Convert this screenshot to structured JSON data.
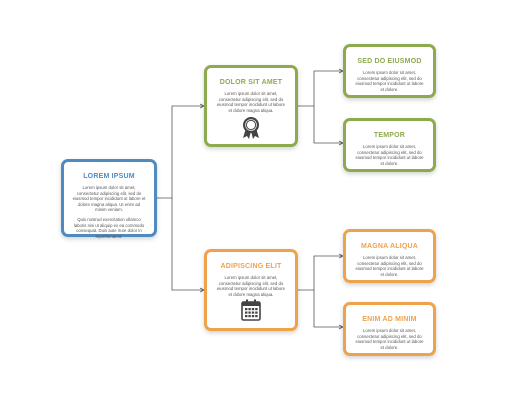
{
  "colors": {
    "green": "#8daa4f",
    "blue": "#4f8bc0",
    "orange": "#efa24c",
    "line": "#555555"
  },
  "root": {
    "title": "LOREM IPSUM",
    "para1": "Lorem ipsum dolor sit amet, consectetur adipiscing elit, sed do eiusmod tempor incididunt ut labore et dolore magna aliqua. Ut enim ad minim veniam.",
    "para2": "Quis nostrud exercitation ullamco laboris nisi ut aliquip ex ea commodo consequat. Duis aute irure dolor in reprehenderit."
  },
  "mid_top": {
    "title": "DOLOR SIT AMET",
    "text": "Lorem ipsum dolor sit amet, consectetur adipiscing elit, sed do eiusmod tempor incididunt ut labore et dolore magna aliqua.",
    "icon": "award-ribbon-icon"
  },
  "mid_bottom": {
    "title": "ADIPISCING ELIT",
    "text": "Lorem ipsum dolor sit amet, consectetur adipiscing elit, sed do eiusmod tempor incididunt ut labore et dolore magna aliqua.",
    "icon": "calendar-icon"
  },
  "leaves": [
    {
      "title": "SED DO EIUSMOD",
      "text": "Lorem ipsum dolor sit amet, consectetur adipiscing elit, sed do eiusmod tempor incididunt ut labore et dolore."
    },
    {
      "title": "TEMPOR",
      "text": "Lorem ipsum dolor sit amet, consectetur adipiscing elit, sed do eiusmod tempor incididunt ut labore et dolore."
    },
    {
      "title": "MAGNA ALIQUA",
      "text": "Lorem ipsum dolor sit amet, consectetur adipiscing elit, sed do eiusmod tempor incididunt ut labore et dolore."
    },
    {
      "title": "ENIM AD MINIM",
      "text": "Lorem ipsum dolor sit amet, consectetur adipiscing elit, sed do eiusmod tempor incididunt ut labore et dolore."
    }
  ]
}
